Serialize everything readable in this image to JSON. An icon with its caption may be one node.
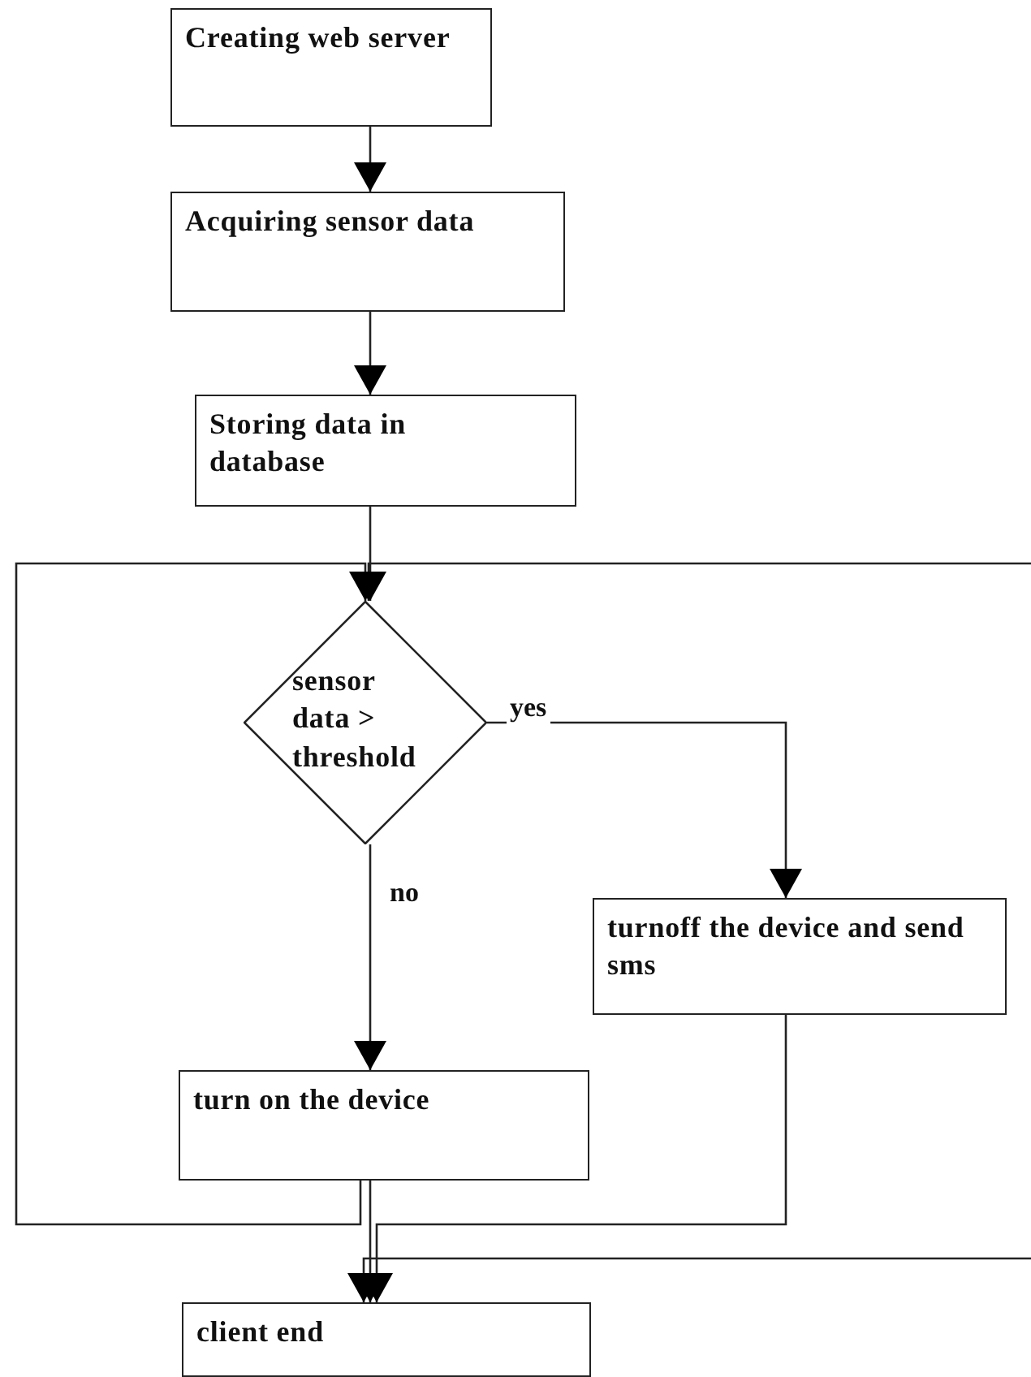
{
  "diagram": {
    "nodes": [
      {
        "text": [
          "Creating web server"
        ]
      },
      {
        "text": [
          "Acquiring sensor data"
        ]
      },
      {
        "text": [
          "Storing data in database"
        ]
      },
      {
        "text": [
          "sensor data > threshold"
        ]
      },
      {
        "text": [
          "turn on the device"
        ]
      },
      {
        "text": [
          "turnoff the device and send sms"
        ]
      },
      {
        "text": [
          "client end"
        ]
      }
    ],
    "edges": [
      {
        "from": 0,
        "to": 1,
        "arrow": "to"
      },
      {
        "from": 1,
        "to": 2,
        "arrow": "to"
      },
      {
        "from": 2,
        "to": 3,
        "arrow": "to"
      },
      {
        "from": 3,
        "to": 5,
        "label": "yes",
        "arrow": "to"
      },
      {
        "from": 3,
        "to": 4,
        "label": "no",
        "arrow": "to"
      },
      {
        "from": 4,
        "to": 6,
        "arrow": "to"
      },
      {
        "from": 5,
        "to": 6,
        "arrow": "to"
      },
      {
        "from": 4,
        "to": 3,
        "arrow": "to"
      },
      {
        "from": null,
        "to": 6,
        "arrow": "to"
      },
      {
        "from": null,
        "to": 3,
        "arrow": "to"
      }
    ]
  }
}
